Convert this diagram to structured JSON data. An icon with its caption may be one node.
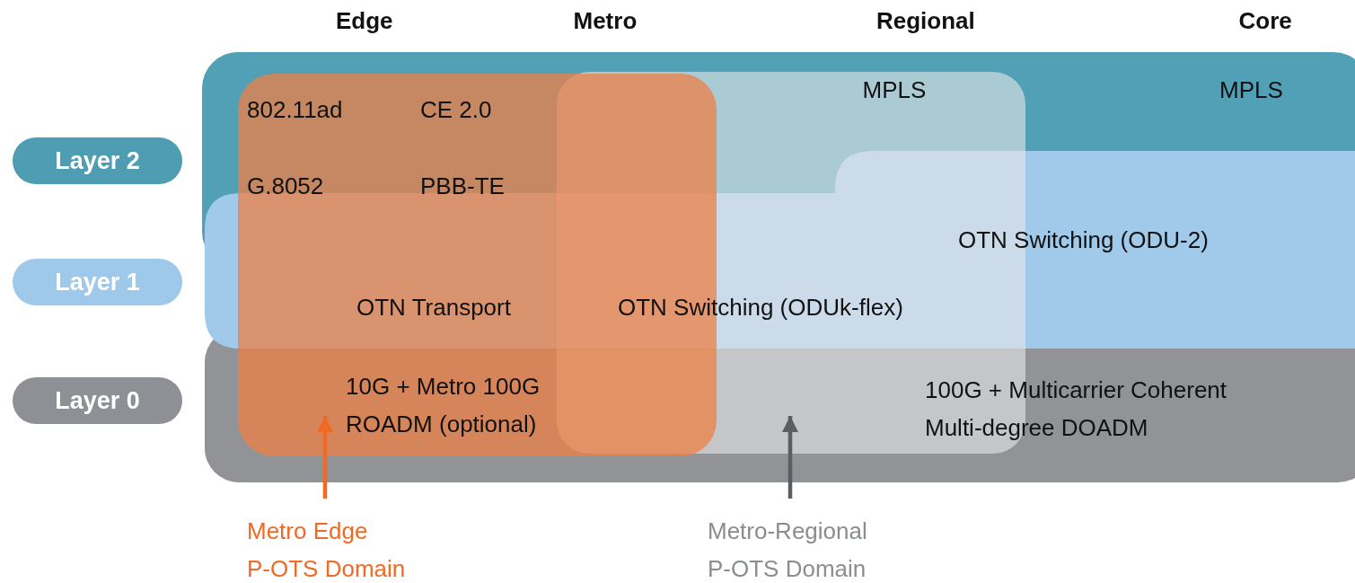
{
  "diagram": {
    "nodes": [
      {
        "text": [
          "Layer 2"
        ]
      },
      {
        "text": [
          "Layer 1"
        ]
      },
      {
        "text": [
          "Layer 0"
        ]
      },
      {
        "text": [],
        "shape": "box"
      },
      {
        "text": [],
        "shape": "box"
      },
      {
        "text": [
          "Metro Edge P-OTS Domain"
        ]
      },
      {
        "text": [
          "Metro-Regional P-OTS Domain"
        ]
      }
    ],
    "edges": [
      {
        "from": 5,
        "to": 3,
        "arrow": "to",
        "color": "#f06a25"
      },
      {
        "from": 6,
        "to": 4,
        "arrow": "to",
        "color": "#5a5d61"
      }
    ],
    "labels": [
      "Edge",
      "Metro",
      "Regional",
      "Core",
      "802.11ad",
      "CE 2.0",
      "MPLS",
      "MPLS",
      "G.8052",
      "PBB-TE",
      "OTN Switching (ODU-2)",
      "OTN Transport",
      "OTN Switching (ODUk-flex)",
      "10G + Metro 100G ROADM (optional)",
      "100G + Multicarrier Coherent Multi-degree DOADM"
    ]
  }
}
